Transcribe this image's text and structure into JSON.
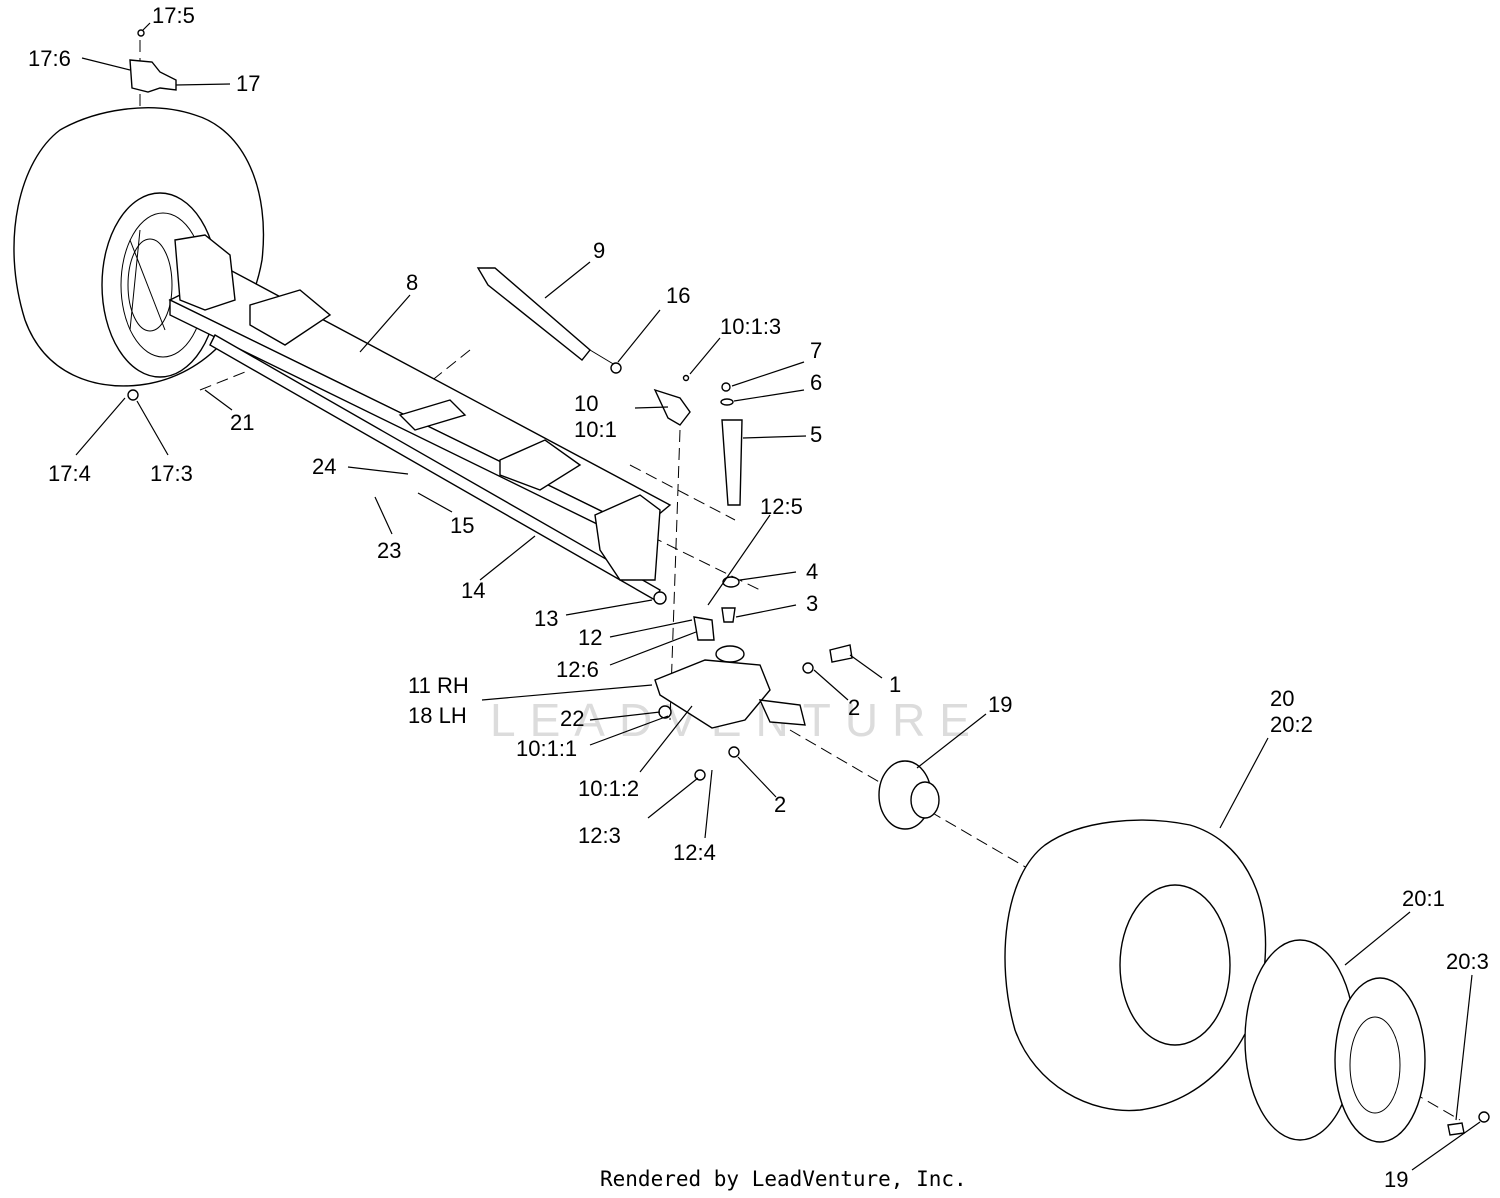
{
  "diagram": {
    "watermark": "LEADVENTURE",
    "footer": "Rendered by LeadVenture, Inc.",
    "callouts": {
      "c_17_5": "17:5",
      "c_17_6": "17:6",
      "c_17": "17",
      "c_9": "9",
      "c_8": "8",
      "c_16": "16",
      "c_10_1_3": "10:1:3",
      "c_7": "7",
      "c_6": "6",
      "c_10": "10",
      "c_10_1": "10:1",
      "c_5": "5",
      "c_21": "21",
      "c_17_4": "17:4",
      "c_17_3": "17:3",
      "c_24": "24",
      "c_15": "15",
      "c_23": "23",
      "c_12_5": "12:5",
      "c_14": "14",
      "c_4": "4",
      "c_3": "3",
      "c_13": "13",
      "c_12": "12",
      "c_12_6": "12:6",
      "c_1": "1",
      "c_11rh": "11 RH",
      "c_18lh": "18 LH",
      "c_2a": "2",
      "c_19a": "19",
      "c_20": "20",
      "c_20_2": "20:2",
      "c_22": "22",
      "c_10_1_1": "10:1:1",
      "c_10_1_2": "10:1:2",
      "c_2b": "2",
      "c_12_3": "12:3",
      "c_12_4": "12:4",
      "c_20_1": "20:1",
      "c_20_3": "20:3",
      "c_19b": "19"
    }
  }
}
